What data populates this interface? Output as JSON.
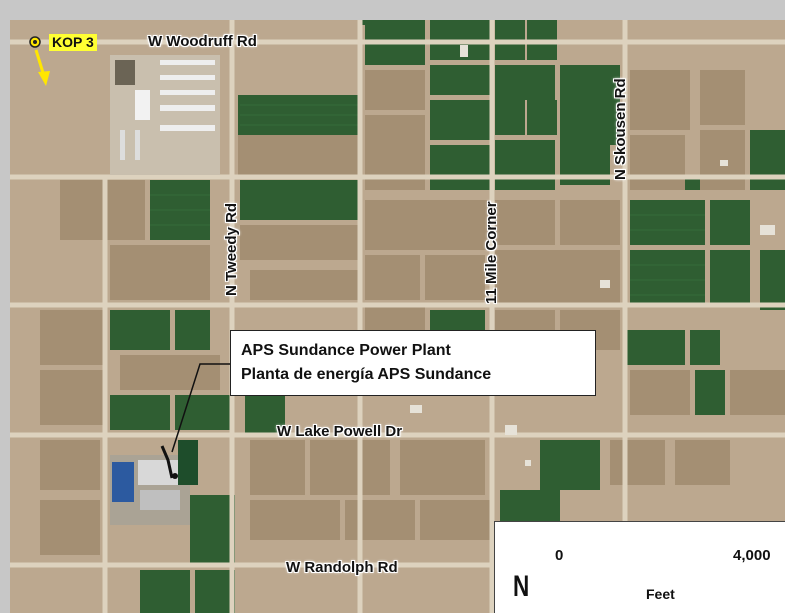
{
  "map": {
    "kop_label": "KOP 3",
    "roads": {
      "woodruff": "W Woodruff Rd",
      "tweedy": "N Tweedy Rd",
      "eleven_mile": "11 Mile Corner",
      "skousen": "N Skousen Rd",
      "lake_powell": "W Lake Powell Dr",
      "randolph": "W Randolph Rd"
    },
    "callout": {
      "line1": "APS Sundance Power Plant",
      "line2": "Planta de energía APS Sundance"
    },
    "scale": {
      "start": "0",
      "end": "4,000",
      "unit": "Feet"
    },
    "north_symbol": "N",
    "colors": {
      "crop_green": "#2f5f31",
      "fallow_tan": "#a89478",
      "desert": "#bba68d",
      "road": "#d8ccb8",
      "kop_marker": "#ffe600"
    }
  }
}
